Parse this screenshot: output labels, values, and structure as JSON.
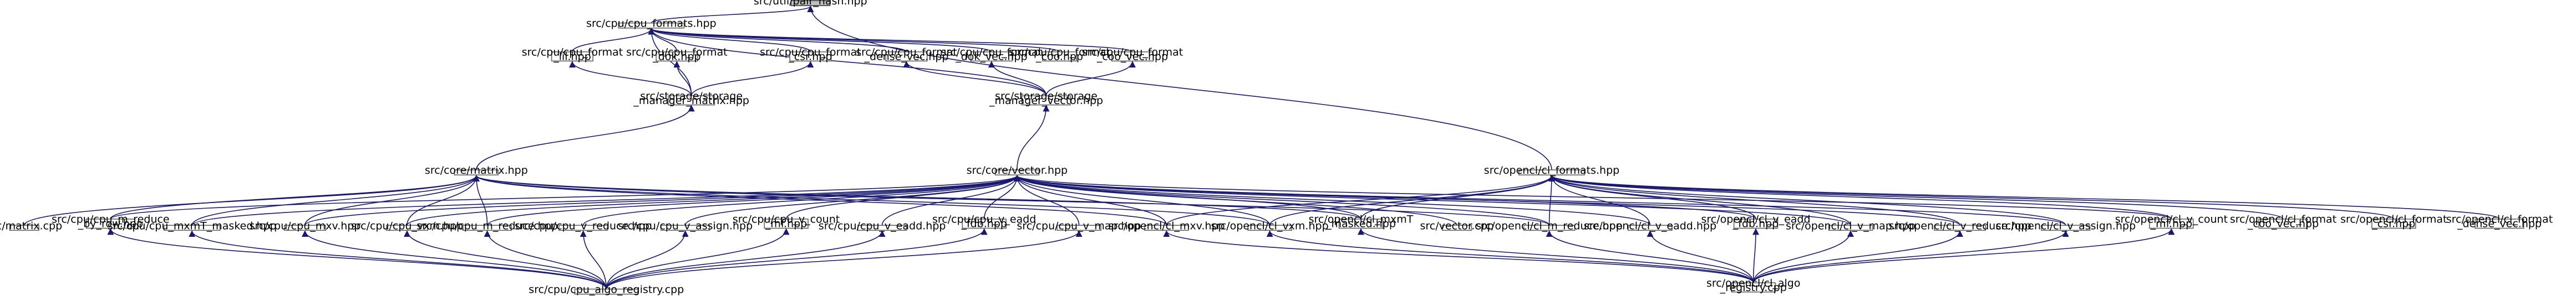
{
  "colors": {
    "edge": "#191970",
    "root_fill": "#bfbfbf",
    "node_border": "#666666"
  },
  "nodes": [
    {
      "id": "pair_hash",
      "lines": [
        "src/util/pair_hash.hpp"
      ],
      "root": true
    },
    {
      "id": "cpu_formats",
      "lines": [
        "src/cpu/cpu_formats.hpp"
      ]
    },
    {
      "id": "cl_formats",
      "lines": [
        "src/opencl/cl_formats.hpp"
      ]
    },
    {
      "id": "cpu_format_lil",
      "lines": [
        "src/cpu/cpu_format",
        "_lil.hpp"
      ]
    },
    {
      "id": "cpu_format_dok",
      "lines": [
        "src/cpu/cpu_format",
        "_dok.hpp"
      ]
    },
    {
      "id": "cpu_format_csr",
      "lines": [
        "src/cpu/cpu_format",
        "_csr.hpp"
      ]
    },
    {
      "id": "cpu_format_dense_vec",
      "lines": [
        "src/cpu/cpu_format",
        "_dense_vec.hpp"
      ]
    },
    {
      "id": "cpu_format_dok_vec",
      "lines": [
        "src/cpu/cpu_format",
        "_dok_vec.hpp"
      ]
    },
    {
      "id": "cpu_format_coo",
      "lines": [
        "src/cpu/cpu_format",
        "_coo.hpp"
      ]
    },
    {
      "id": "cpu_format_coo_vec",
      "lines": [
        "src/cpu/cpu_format",
        "_coo_vec.hpp"
      ]
    },
    {
      "id": "storage_manager_matrix",
      "lines": [
        "src/storage/storage",
        "_manager_matrix.hpp"
      ]
    },
    {
      "id": "storage_manager_vector",
      "lines": [
        "src/storage/storage",
        "_manager_vector.hpp"
      ]
    },
    {
      "id": "core_matrix",
      "lines": [
        "src/core/matrix.hpp"
      ]
    },
    {
      "id": "core_vector",
      "lines": [
        "src/core/vector.hpp"
      ]
    },
    {
      "id": "matrix_cpp",
      "lines": [
        "src/matrix.cpp"
      ]
    },
    {
      "id": "cpu_m_reduce_by_row",
      "lines": [
        "src/cpu/cpu_m_reduce",
        "_by_row.hpp"
      ]
    },
    {
      "id": "cpu_mxmT_masked",
      "lines": [
        "src/cpu/cpu_mxmT_masked.hpp"
      ]
    },
    {
      "id": "cpu_mxv",
      "lines": [
        "src/cpu/cpu_mxv.hpp"
      ]
    },
    {
      "id": "cpu_vxm",
      "lines": [
        "src/cpu/cpu_vxm.hpp"
      ]
    },
    {
      "id": "cpu_m_reduce",
      "lines": [
        "src/cpu/cpu_m_reduce.hpp"
      ]
    },
    {
      "id": "cpu_v_reduce",
      "lines": [
        "src/cpu/cpu_v_reduce.hpp"
      ]
    },
    {
      "id": "cpu_v_assign",
      "lines": [
        "src/cpu/cpu_v_assign.hpp"
      ]
    },
    {
      "id": "cpu_v_count_mf",
      "lines": [
        "src/cpu/cpu_v_count",
        "_mf.hpp"
      ]
    },
    {
      "id": "cpu_v_eadd",
      "lines": [
        "src/cpu/cpu_v_eadd.hpp"
      ]
    },
    {
      "id": "cpu_v_eadd_fdb",
      "lines": [
        "src/cpu/cpu_v_eadd",
        "_fdb.hpp"
      ]
    },
    {
      "id": "cpu_v_map",
      "lines": [
        "src/cpu/cpu_v_map.hpp"
      ]
    },
    {
      "id": "cl_mxv",
      "lines": [
        "src/opencl/cl_mxv.hpp"
      ]
    },
    {
      "id": "cl_vxm",
      "lines": [
        "src/opencl/cl_vxm.hpp"
      ]
    },
    {
      "id": "cl_mxmT_masked",
      "lines": [
        "src/opencl/cl_mxmT",
        "_masked.hpp"
      ]
    },
    {
      "id": "vector_cpp",
      "lines": [
        "src/vector.cpp"
      ]
    },
    {
      "id": "cl_m_reduce",
      "lines": [
        "src/opencl/cl_m_reduce.hpp"
      ]
    },
    {
      "id": "cl_v_eadd",
      "lines": [
        "src/opencl/cl_v_eadd.hpp"
      ]
    },
    {
      "id": "cl_v_eadd_fdb",
      "lines": [
        "src/opencl/cl_v_eadd",
        "_fdb.hpp"
      ]
    },
    {
      "id": "cl_v_map",
      "lines": [
        "src/opencl/cl_v_map.hpp"
      ]
    },
    {
      "id": "cl_v_reduce",
      "lines": [
        "src/opencl/cl_v_reduce.hpp"
      ]
    },
    {
      "id": "cl_v_assign",
      "lines": [
        "src/opencl/cl_v_assign.hpp"
      ]
    },
    {
      "id": "cl_v_count_mf",
      "lines": [
        "src/opencl/cl_v_count",
        "_mf.hpp"
      ]
    },
    {
      "id": "cl_format_coo_vec",
      "lines": [
        "src/opencl/cl_format",
        "_coo_vec.hpp"
      ]
    },
    {
      "id": "cl_format_csr",
      "lines": [
        "src/opencl/cl_format",
        "_csr.hpp"
      ]
    },
    {
      "id": "cl_format_dense_vec",
      "lines": [
        "src/opencl/cl_format",
        "_dense_vec.hpp"
      ]
    },
    {
      "id": "cpu_algo_registry",
      "lines": [
        "src/cpu/cpu_algo_registry.cpp"
      ]
    },
    {
      "id": "cl_algo_registry",
      "lines": [
        "src/opencl/cl_algo",
        "_registry.cpp"
      ]
    }
  ]
}
